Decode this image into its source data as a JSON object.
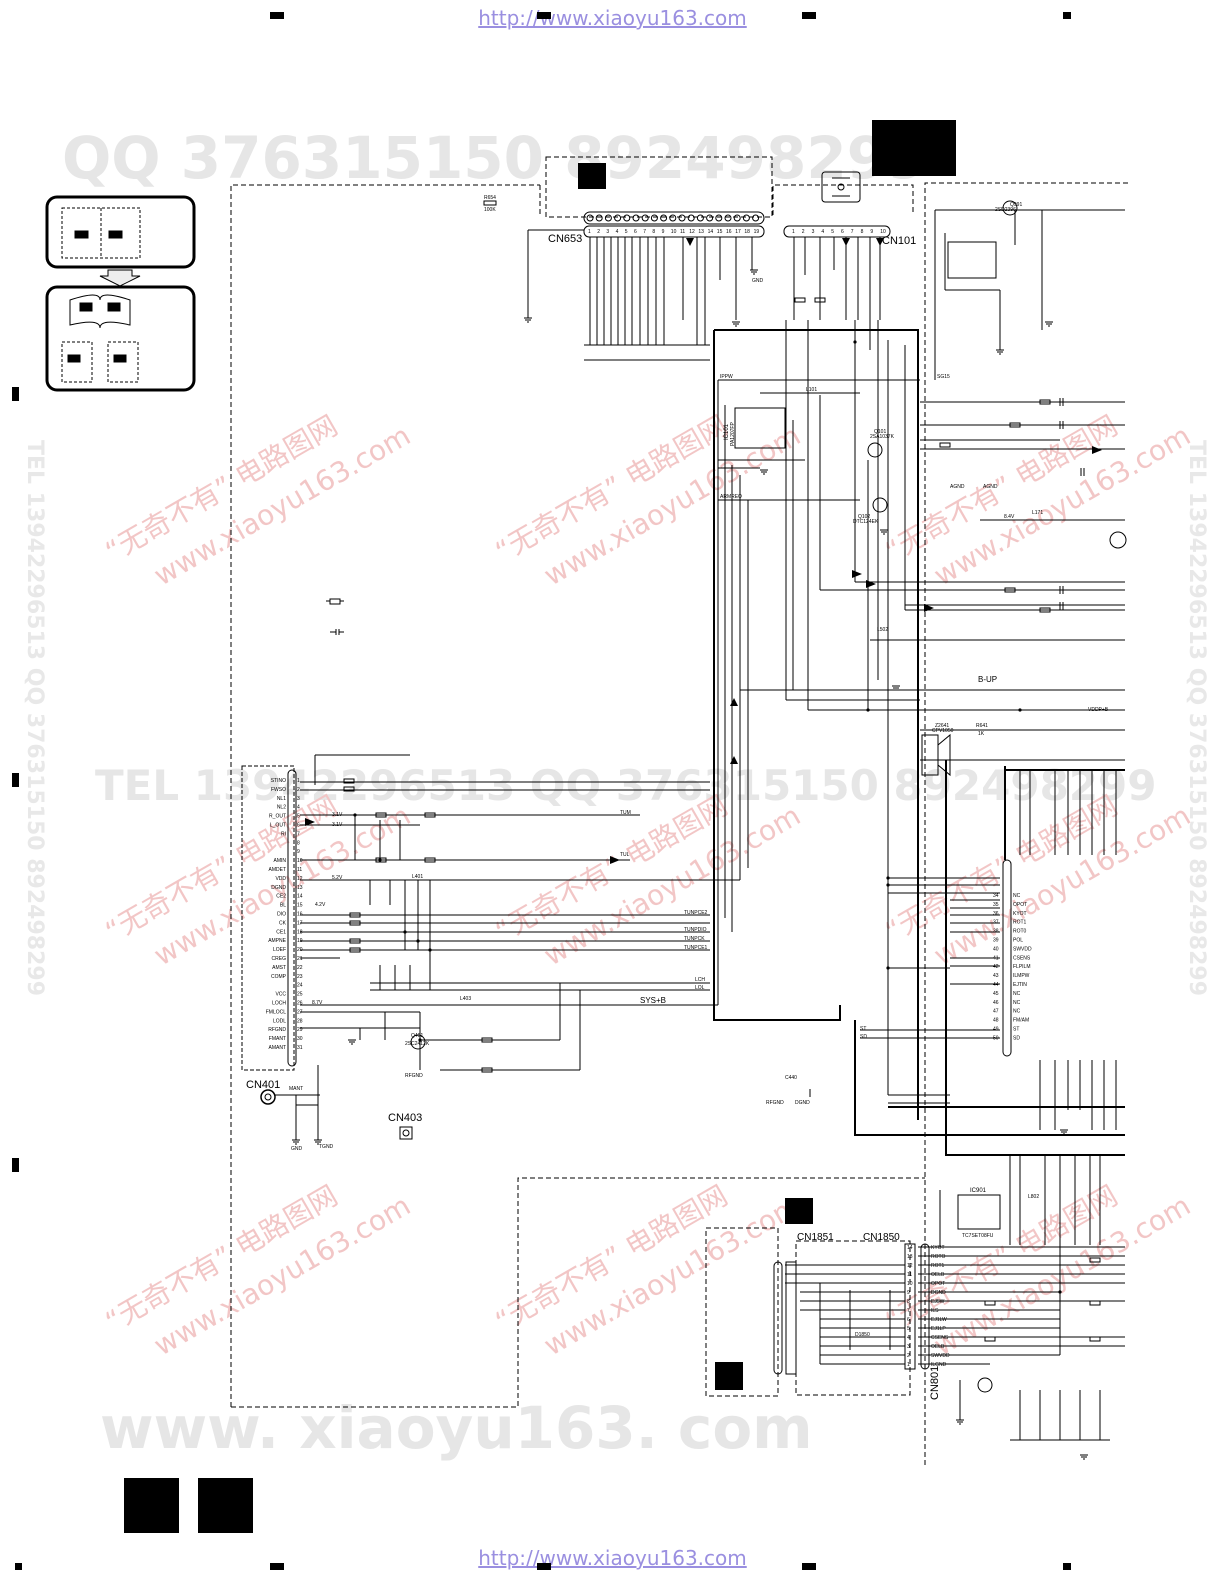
{
  "header_url": "http://www.xiaoyu163.com",
  "footer_url": "http://www.xiaoyu163.com",
  "watermarks": {
    "qq": "QQ 376315150   892498299",
    "tel_mid": "TEL 13942296513   QQ 376315150   892498299",
    "domain": "www. xiaoyu163. com",
    "red_cn": "“无奇不有” 电路图网",
    "red_url": "www.xiaoyu163.com",
    "side": "TEL 13942296513 QQ 376315150 892498299"
  },
  "connectors": {
    "cn653": "CN653",
    "cn101": "CN101",
    "cn401": "CN401",
    "cn403": "CN403",
    "cn1851": "CN1851",
    "cn1850": "CN1850",
    "cn801": "CN801"
  },
  "parts": {
    "r654": "R654",
    "r654_val": "100K",
    "ic101": "IC101",
    "ic101_part": "PA1207FP",
    "l101": "L101",
    "q101": "Q101",
    "q101_part": "2SA1037K",
    "q102": "Q102",
    "q102_part": "DTC124EK",
    "q401": "Q401",
    "q401_part": "2SC2412K",
    "q991": "Q991",
    "q991_part": "2SD2396",
    "ic901": "IC901",
    "ic901_part": "TC7SET08FU",
    "l502": "L502",
    "l171": "L171",
    "l403": "L403",
    "l401": "L401",
    "l802": "L802",
    "c440": "C440",
    "z2641": "Z2641",
    "z2641_part": "CPV1050",
    "r641": "R641",
    "r641_val": "1K",
    "d1850": "D1850"
  },
  "net_labels": {
    "tum": "TUM",
    "tul": "TUL",
    "tunpce2": "TUNPCE2",
    "tunpdio": "TUNPDIO",
    "tunpck": "TUNPCK",
    "tunpce1": "TUNPCE1",
    "lch": "LCH",
    "lo": "LOL",
    "sys": "SYS+B",
    "ipw": "IPPW",
    "arm": "ARMREO",
    "b_up": "B-UP",
    "vddp": "VDDP+B",
    "sg15": "SG15",
    "v_3_1a": "3.1V",
    "v_3_1b": "3.1V",
    "v_5_2": "5.2V",
    "v_4_2": "4.2V",
    "v_8_7": "8.7V",
    "v_8_4": "8.4V",
    "rfgnd": "RFGND",
    "rfgnd2": "RFGND",
    "gnd": "GND",
    "agnd": "AGND",
    "tgnd": "TGND",
    "dgnd": "DGND",
    "mant": "MANT",
    "st": "ST",
    "sd": "SD"
  },
  "cn403_pins": [
    "STINO",
    "FWSO",
    "NL1",
    "NL2",
    "R_OUT",
    "L_OUT",
    "RI",
    "",
    "",
    "AMIN",
    "AMDET",
    "VDD",
    "DGND",
    "CE2",
    "BL",
    "DIO",
    "CK",
    "CE1",
    "AMPNE",
    "LOEF",
    "CREG",
    "AMST",
    "COMP",
    "",
    "VCC",
    "LOCH",
    "FMLOCL",
    "LODL",
    "RFGND",
    "FMANT",
    "AMANT"
  ],
  "cn801_signals": [
    "NC",
    "OPOT",
    "KYOT",
    "ROT1",
    "ROT0",
    "POL",
    "SWVDD",
    "CSENS",
    "FLPILM",
    "ILMPW",
    "EJTIN",
    "NC",
    "NC",
    "NC",
    "FM/AM",
    "ST",
    "SD"
  ],
  "cn801_pin_nos": [
    "34",
    "35",
    "36",
    "37",
    "38",
    "39",
    "40",
    "41",
    "42",
    "43",
    "44",
    "45",
    "46",
    "47",
    "48",
    "49",
    "50"
  ],
  "cn1850_signals": [
    "KYOT",
    "ROTO",
    "ROT1",
    "OELB",
    "OPOT",
    "DGND",
    "EJ5W",
    "ILS",
    "EJ1LW",
    "EJ1LP",
    "CSENS",
    "OELB",
    "SWVDD",
    "ILGND"
  ],
  "cn1850_pin_nos": [
    "14",
    "13",
    "12",
    "11",
    "10",
    "9",
    "8",
    "7",
    "6",
    "5",
    "4",
    "3",
    "2",
    "1"
  ],
  "cn653_pin_nos": [
    "1",
    "2",
    "3",
    "4",
    "5",
    "6",
    "7",
    "8",
    "9",
    "10",
    "11",
    "12",
    "13",
    "14",
    "15",
    "16",
    "17",
    "18",
    "19"
  ],
  "cn101_pin_nos": [
    "1",
    "2",
    "3",
    "4",
    "5",
    "6",
    "7",
    "8",
    "9",
    "10"
  ]
}
